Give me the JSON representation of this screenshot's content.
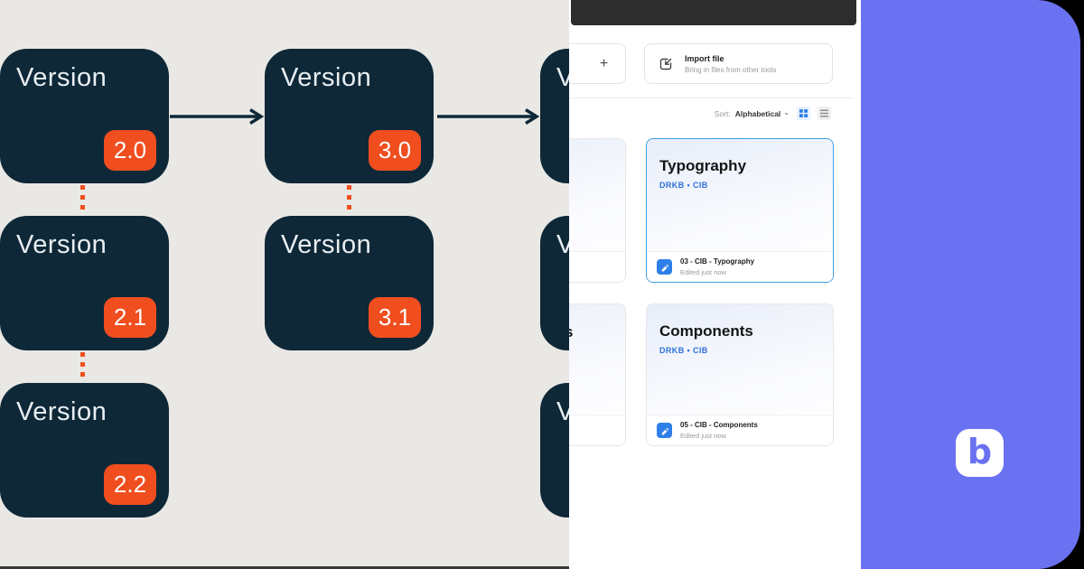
{
  "diagram": {
    "background": "#e9e8e5",
    "box_color": "#0e2838",
    "badge_color": "#f04e1f",
    "connector_color": "#f1501f",
    "label": "Version",
    "boxes": [
      {
        "badge": "2.0"
      },
      {
        "badge": "3.0"
      },
      {
        "badge": ""
      },
      {
        "badge": "2.1"
      },
      {
        "badge": "3.1"
      },
      {
        "badge": ""
      },
      {
        "badge": "2.2"
      },
      {
        "badge": ""
      }
    ]
  },
  "app": {
    "toolbar_color": "#2d2d2d",
    "new_file_label": "+",
    "import_card": {
      "title": "Import file",
      "subtitle": "Bring in files from other tools"
    },
    "sort": {
      "label": "Sort:",
      "value": "Alphabetical",
      "chevron": "⌄"
    },
    "partial_title_fragment": "s",
    "file_cards": [
      {
        "title": "Typography",
        "meta": "DRKB • CIB",
        "file_name": "03 - CIB - Typography",
        "edited": "Edited just now",
        "selected": true
      },
      {
        "title": "Components",
        "meta": "DRKB • CIB",
        "file_name": "05 - CIB - Components",
        "edited": "Edited just now",
        "selected": false
      }
    ],
    "accent_blue": "#2f80ed",
    "selected_border": "#3f9fe0"
  },
  "brand": {
    "panel_color": "#6b72f2",
    "logo_letter": "b"
  }
}
